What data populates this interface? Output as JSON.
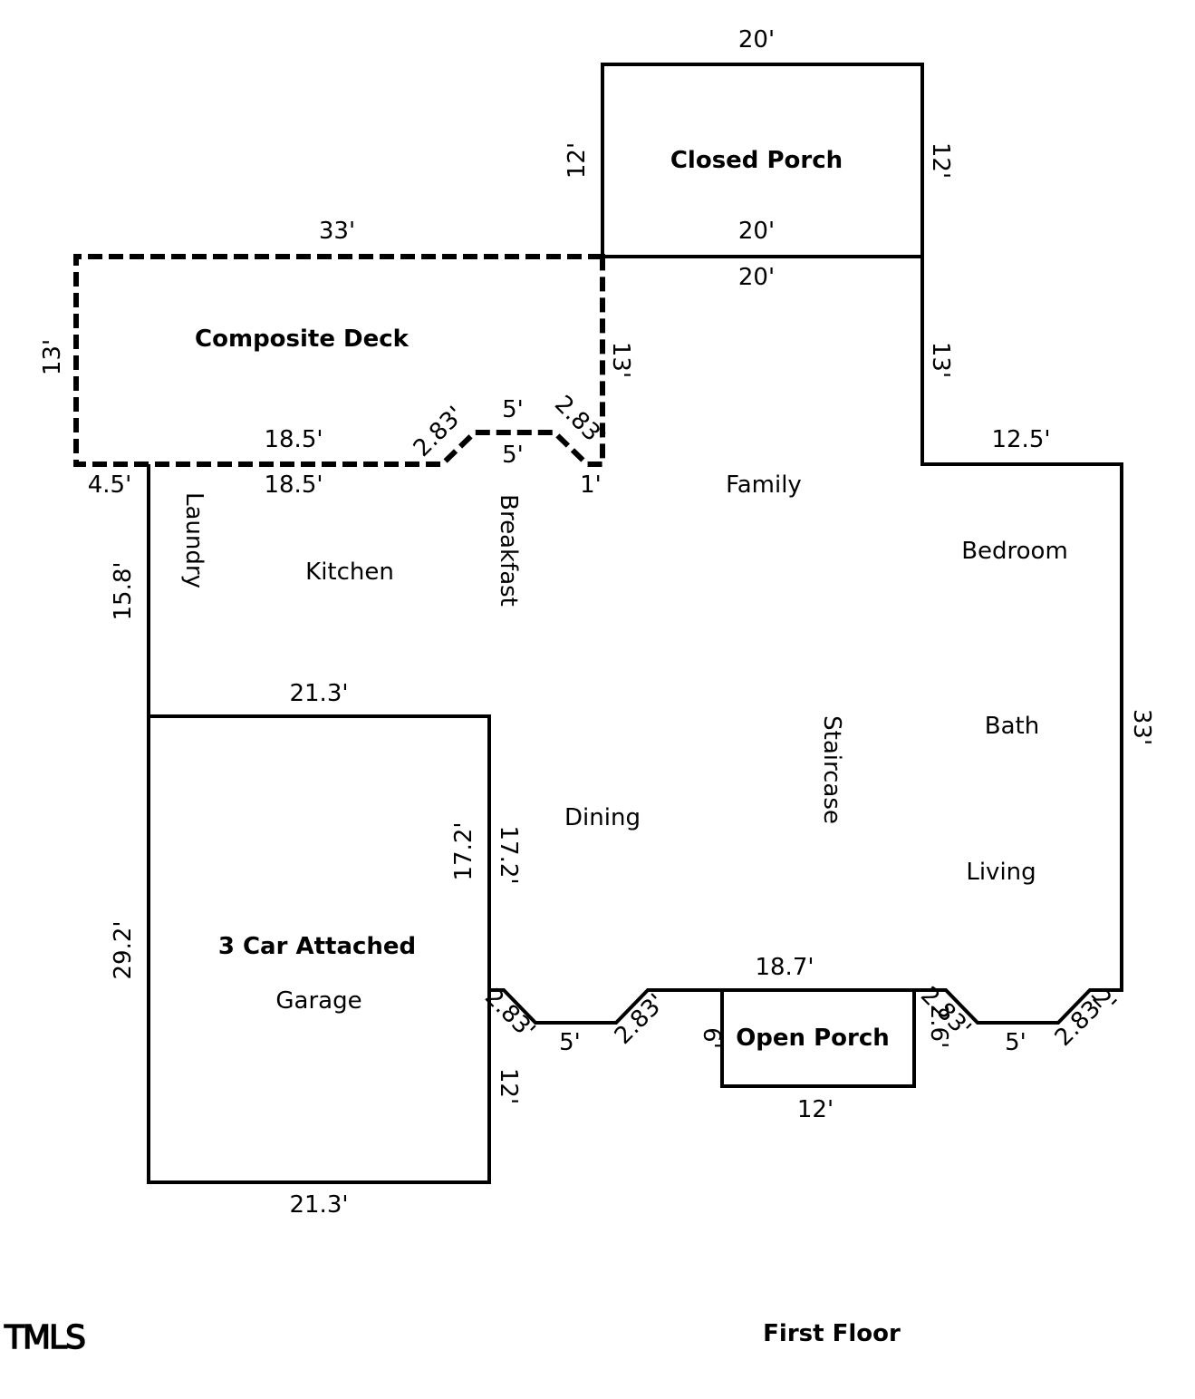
{
  "areas": {
    "closed_porch": "Closed Porch",
    "composite_deck": "Composite Deck",
    "garage_line1": "3 Car Attached",
    "garage_line2": "Garage",
    "open_porch": "Open Porch"
  },
  "rooms": {
    "family": "Family",
    "bedroom": "Bedroom",
    "laundry": "Laundry",
    "kitchen": "Kitchen",
    "breakfast": "Breakfast",
    "bath": "Bath",
    "staircase": "Staircase",
    "dining": "Dining",
    "living": "Living"
  },
  "dimensions": {
    "closed_porch_top": "20'",
    "closed_porch_left": "12'",
    "closed_porch_right": "12'",
    "closed_porch_bottom": "20'",
    "deck_top": "33'",
    "deck_left": "13'",
    "deck_right": "13'",
    "deck_bottom": "18.5'",
    "bump_diag_left": "2.83'",
    "bump_top": "5'",
    "bump_bottom": "5'",
    "bump_diag_right": "2.83'",
    "house_top": "20'",
    "house_right_upper": "13'",
    "bedroom_top": "12.5'",
    "house_right": "33'",
    "house_top_left": "4.5'",
    "kitchen_top": "18.5'",
    "step_one": "1'",
    "laundry_left": "15.8'",
    "garage_top": "21.3'",
    "garage_inner": "17.2'",
    "dining_left": "17.2'",
    "garage_left": "29.2'",
    "garage_bottom": "21.3'",
    "garage_right_lower": "12'",
    "front_diag1": "2.83'",
    "front_run1": "5'",
    "front_diag2": "2.83'",
    "porch_left": "6'",
    "front_top": "18.7'",
    "open_porch_bottom": "12'",
    "front_diag3": "2.83'",
    "front_diag3_b": "2.6'",
    "front_run2": "5'",
    "front_diag4": "2.83'",
    "front_diag4_b": "2'"
  },
  "footer": {
    "logo": "TMLS",
    "title": "First Floor"
  }
}
